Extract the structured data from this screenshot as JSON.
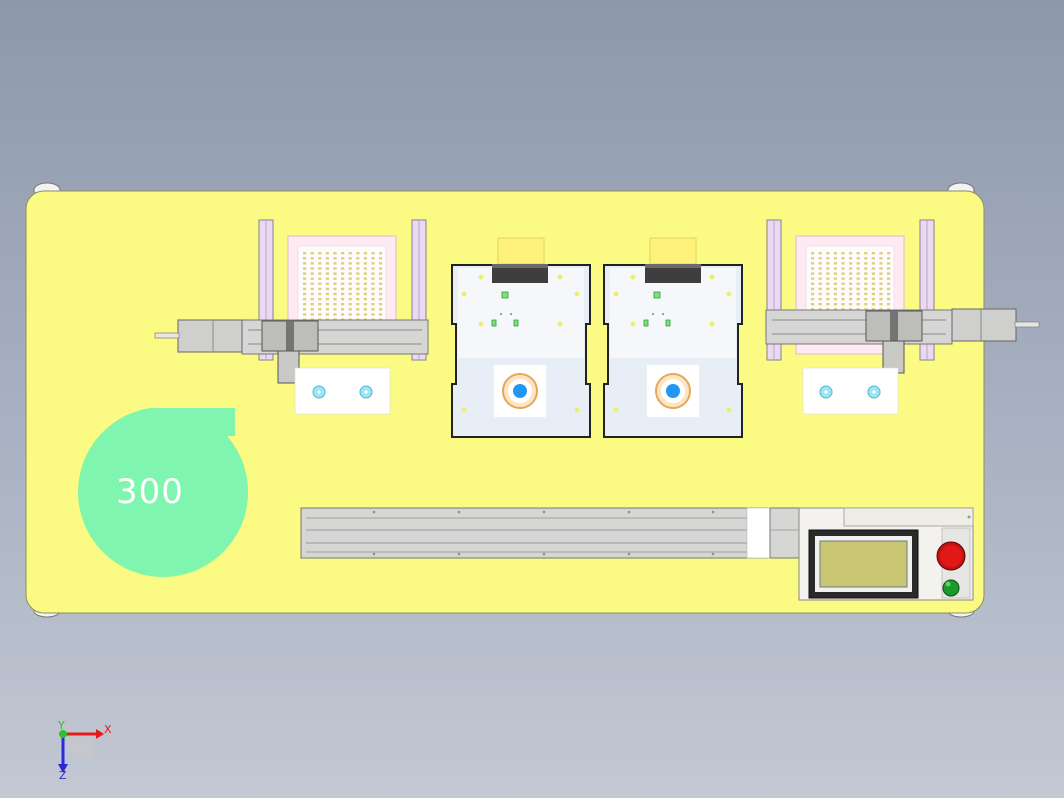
{
  "fan": {
    "label": "300",
    "color": "#7ff5b0"
  },
  "axes": {
    "x": "X",
    "y": "Y",
    "z": "Z"
  },
  "colors": {
    "table_top": "#fbfa82",
    "rail": "#d6d7d5",
    "frame": "#e9d9f2",
    "tray": "#ffe9f2",
    "panel": "#ffffff",
    "hmi_screen": "#c9c673",
    "estop": "#e01818",
    "start_button": "#1a9a2a",
    "nozzle": "#2196f3",
    "nozzle_ring": "#f3c37a"
  }
}
